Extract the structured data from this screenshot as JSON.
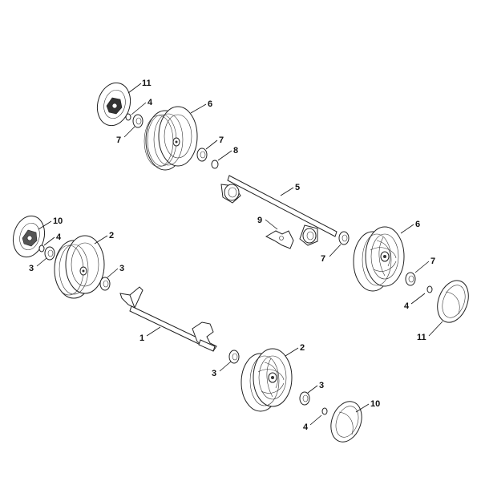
{
  "diagram": {
    "labels": [
      {
        "id": "lbl-11a",
        "text": "11"
      },
      {
        "id": "lbl-4a",
        "text": "4"
      },
      {
        "id": "lbl-6a",
        "text": "6"
      },
      {
        "id": "lbl-7a",
        "text": "7"
      },
      {
        "id": "lbl-7b",
        "text": "7"
      },
      {
        "id": "lbl-8",
        "text": "8"
      },
      {
        "id": "lbl-5",
        "text": "5"
      },
      {
        "id": "lbl-9",
        "text": "9"
      },
      {
        "id": "lbl-6b",
        "text": "6"
      },
      {
        "id": "lbl-7c",
        "text": "7"
      },
      {
        "id": "lbl-7d",
        "text": "7"
      },
      {
        "id": "lbl-4b",
        "text": "4"
      },
      {
        "id": "lbl-11b",
        "text": "11"
      },
      {
        "id": "lbl-10a",
        "text": "10"
      },
      {
        "id": "lbl-4c",
        "text": "4"
      },
      {
        "id": "lbl-2a",
        "text": "2"
      },
      {
        "id": "lbl-3a",
        "text": "3"
      },
      {
        "id": "lbl-3b",
        "text": "3"
      },
      {
        "id": "lbl-1",
        "text": "1"
      },
      {
        "id": "lbl-2b",
        "text": "2"
      },
      {
        "id": "lbl-3c",
        "text": "3"
      },
      {
        "id": "lbl-3d",
        "text": "3"
      },
      {
        "id": "lbl-10b",
        "text": "10"
      },
      {
        "id": "lbl-4d",
        "text": "4"
      }
    ]
  }
}
